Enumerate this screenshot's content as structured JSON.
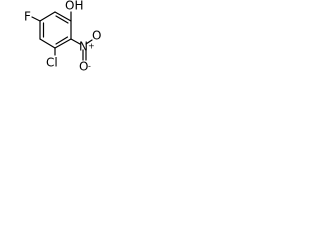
{
  "molecule": {
    "atoms": {
      "hydroxyl": "OH",
      "fluoro": "F",
      "chloro": "Cl",
      "nitro_n": "N",
      "nitro_o": "O",
      "nitro_plus": "+",
      "nitro_o_minus": "O",
      "nitro_minus": "-"
    }
  }
}
